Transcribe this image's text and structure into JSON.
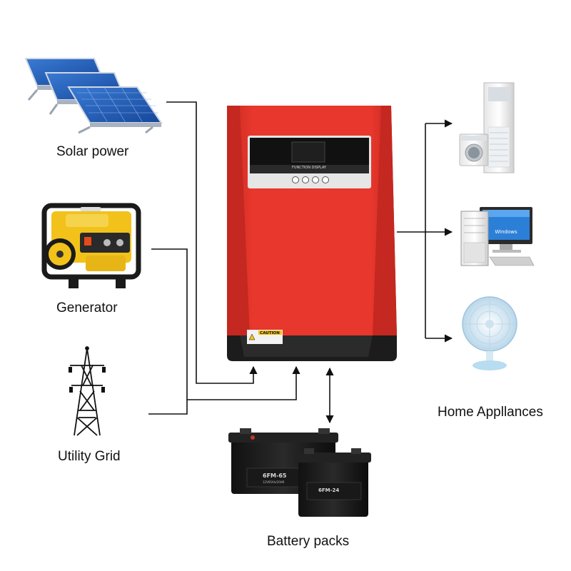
{
  "labels": {
    "solar": "Solar power",
    "generator": "Generator",
    "grid": "Utility Grid",
    "appliances": "Home Appllances",
    "battery": "Battery packs"
  },
  "inverter": {
    "panel_text": "FUNCTION DISPLAY",
    "caution": "CAUTION"
  },
  "batteries": {
    "big": "6FM-65",
    "big_sub": "12V65Ah/20HR",
    "small": "6FM-24"
  },
  "appliances": {
    "monitor_text": "Windows"
  },
  "colors": {
    "inverter_red": "#e8372c",
    "inverter_dark": "#1c1c1c",
    "line": "#111111",
    "solar_blue": "#1f5fb8"
  }
}
